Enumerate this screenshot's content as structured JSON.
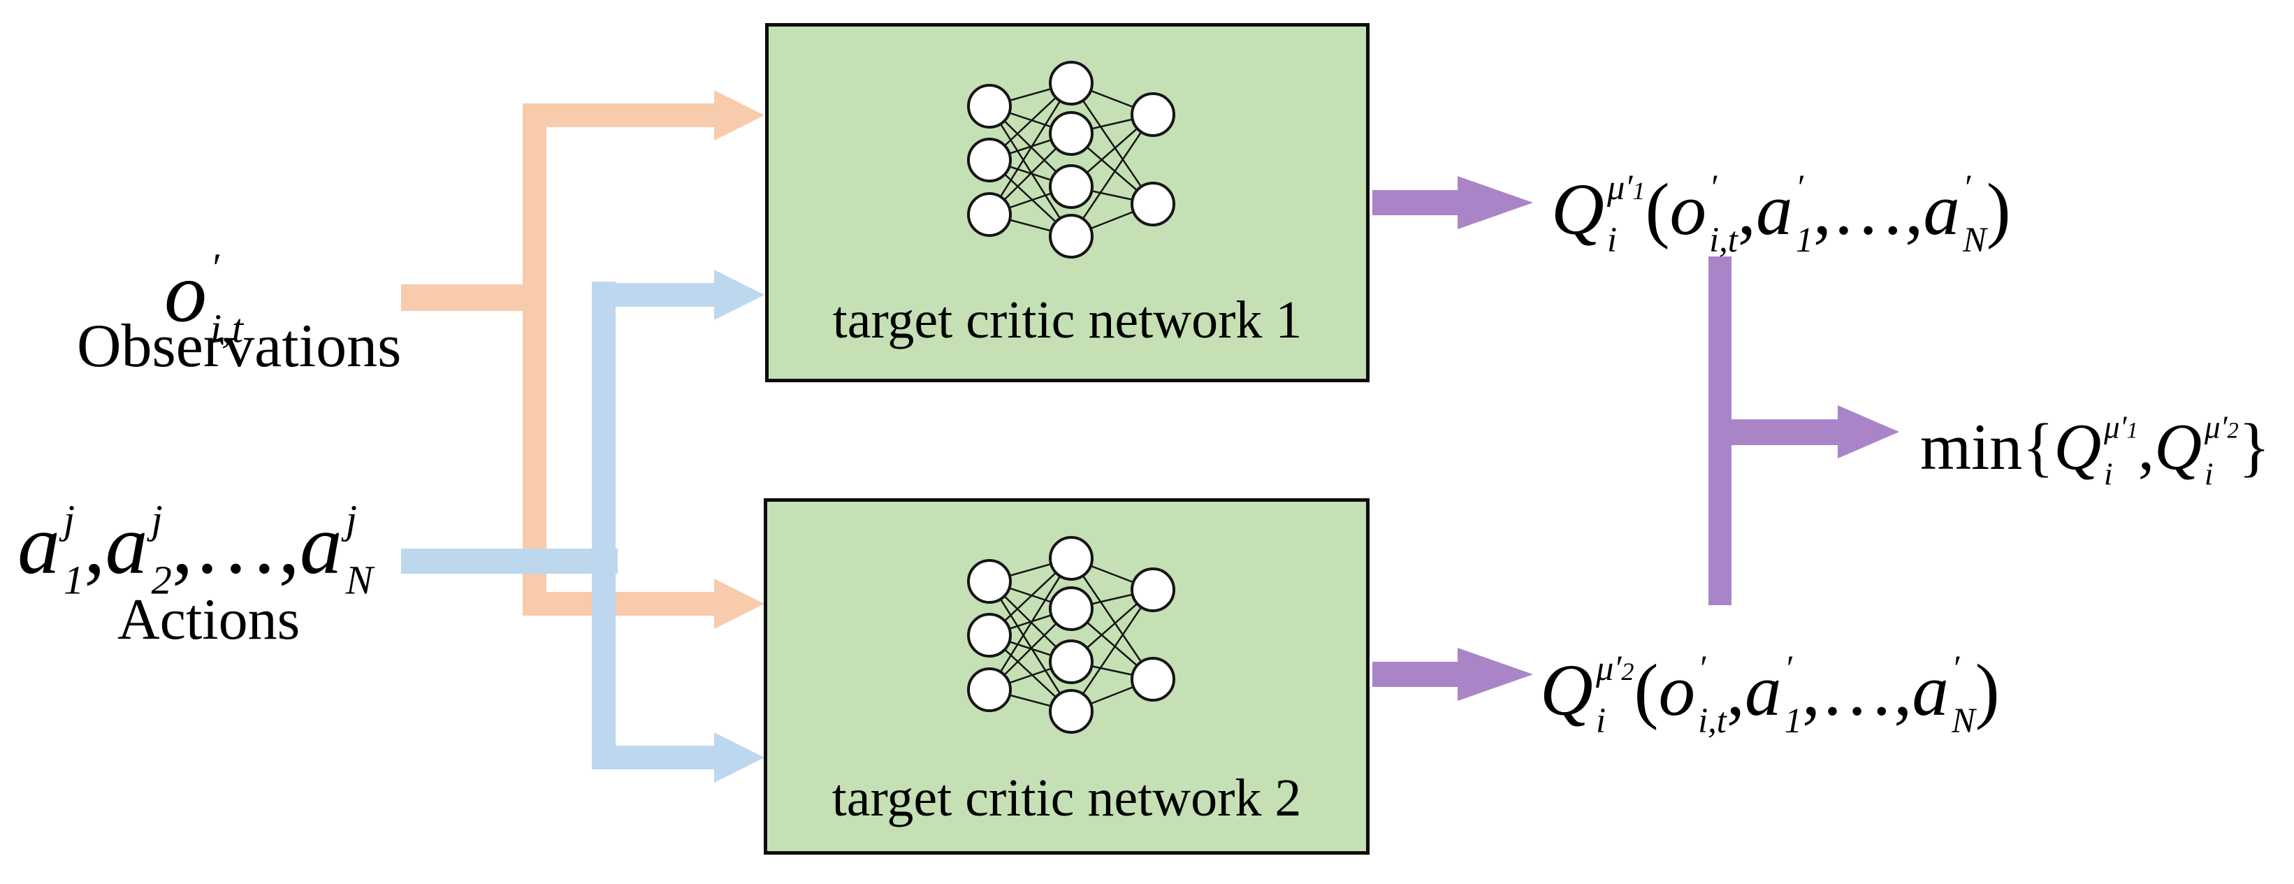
{
  "colors": {
    "box_fill": "#C5E0B4",
    "box_border": "#0D0D0D",
    "observations_flow_orange": "#F7CBAC",
    "actions_flow_blue": "#BDD7EE",
    "output_flow_purple": "#A985C8",
    "node_fill": "#FFFFFF",
    "text": "#000000"
  },
  "inputs": {
    "observations": {
      "caption": "Observations",
      "math": {
        "base": "o",
        "prime": "′",
        "sub": "i,t"
      }
    },
    "actions": {
      "caption": "Actions",
      "math": {
        "t1": {
          "base": "a",
          "sup": "j",
          "sub": "1"
        },
        "c1": ",",
        "t2": {
          "base": "a",
          "sup": "j",
          "sub": "2"
        },
        "c2": ",…,",
        "t3": {
          "base": "a",
          "sup": "j",
          "sub": "N"
        }
      }
    }
  },
  "networks": {
    "box1_label": "target critic network 1",
    "box2_label": "target critic network 2",
    "icon": "neural-network-icon"
  },
  "outputs": {
    "q1": {
      "Q": "Q",
      "mu": "μ",
      "mu_prime": "′",
      "mu_index": "1",
      "sub_i": "i",
      "lparen": "(",
      "o": {
        "base": "o",
        "prime": "′",
        "sub": "i,t"
      },
      "c1": ",",
      "a1": {
        "base": "a",
        "prime": "′",
        "sub": "1"
      },
      "c2": ",…,",
      "aN": {
        "base": "a",
        "prime": "′",
        "sub": "N"
      },
      "rparen": ")"
    },
    "q2": {
      "Q": "Q",
      "mu": "μ",
      "mu_prime": "′",
      "mu_index": "2",
      "sub_i": "i",
      "lparen": "(",
      "o": {
        "base": "o",
        "prime": "′",
        "sub": "i,t"
      },
      "c1": ",",
      "a1": {
        "base": "a",
        "prime": "′",
        "sub": "1"
      },
      "c2": ",…,",
      "aN": {
        "base": "a",
        "prime": "′",
        "sub": "N"
      },
      "rparen": ")"
    },
    "min": {
      "fn": "min",
      "lbrace": "{",
      "q1": {
        "Q": "Q",
        "mu": "μ",
        "mu_prime": "′",
        "mu_index": "1",
        "sub_i": "i"
      },
      "comma": ",",
      "q2": {
        "Q": "Q",
        "mu": "μ",
        "mu_prime": "′",
        "mu_index": "2",
        "sub_i": "i"
      },
      "rbrace": "}"
    }
  }
}
